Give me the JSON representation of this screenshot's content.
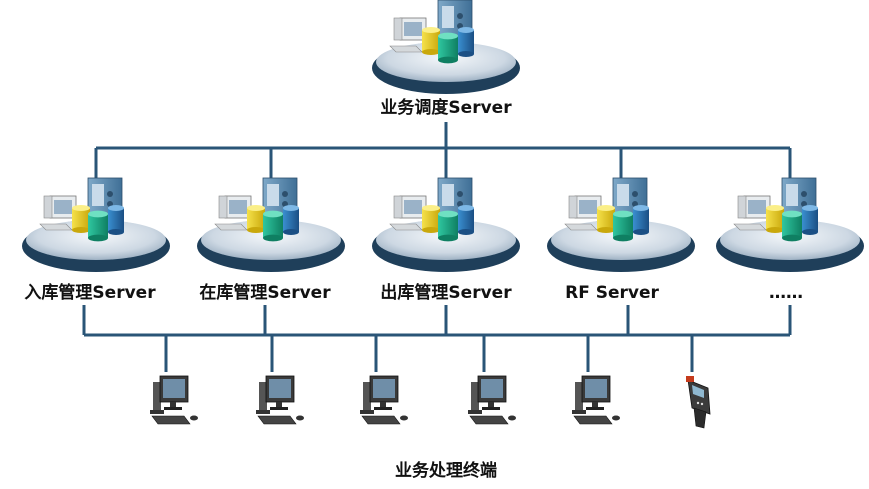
{
  "top_server": {
    "label": "业务调度Server",
    "icon": "server-cluster-icon"
  },
  "servers": [
    {
      "id": "inbound",
      "label": "入库管理Server",
      "icon": "server-cluster-icon"
    },
    {
      "id": "storage",
      "label": "在库管理Server",
      "icon": "server-cluster-icon"
    },
    {
      "id": "outbound",
      "label": "出库管理Server",
      "icon": "server-cluster-icon"
    },
    {
      "id": "rf",
      "label": "RF Server",
      "icon": "server-cluster-icon"
    },
    {
      "id": "more",
      "label": "……",
      "icon": "server-cluster-icon"
    }
  ],
  "terminals": [
    {
      "icon": "desktop-terminal-icon"
    },
    {
      "icon": "desktop-terminal-icon"
    },
    {
      "icon": "desktop-terminal-icon"
    },
    {
      "icon": "desktop-terminal-icon"
    },
    {
      "icon": "desktop-terminal-icon"
    },
    {
      "icon": "handheld-scanner-icon"
    }
  ],
  "terminals_label": "业务处理终端",
  "colors": {
    "line": "#2a5577",
    "platform": "#1f3f5a",
    "platform_top": "#dfe6ee"
  }
}
